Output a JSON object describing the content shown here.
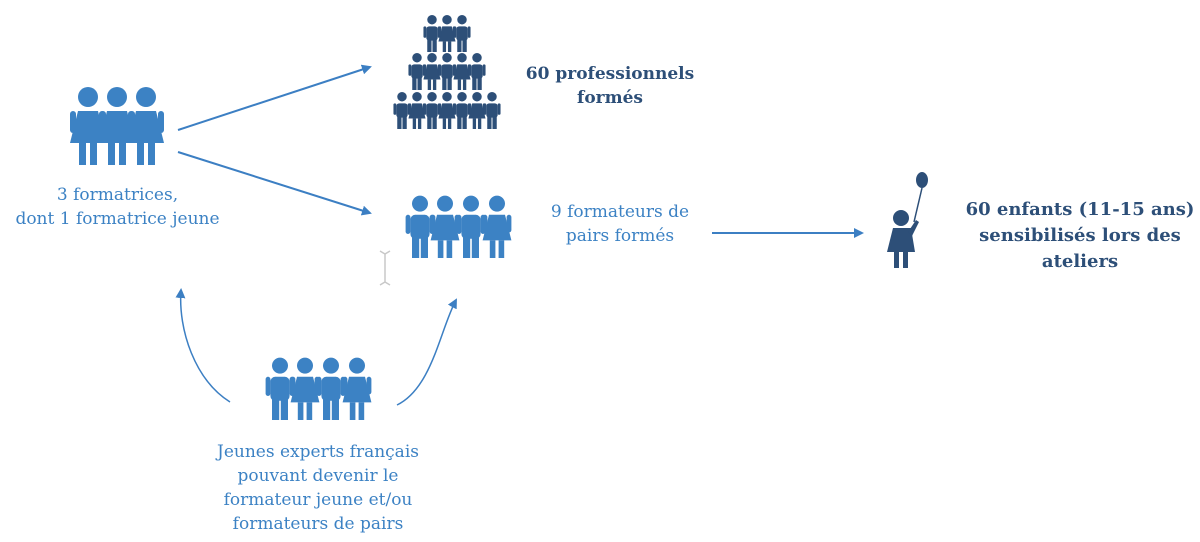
{
  "nodes": {
    "trainers": {
      "lines": [
        "3 formatrices,",
        "dont 1 formatrice jeune"
      ]
    },
    "professionals": {
      "lines": [
        "60 professionnels",
        "formés"
      ]
    },
    "peer_trainers": {
      "lines": [
        "9 formateurs de",
        "pairs formés"
      ]
    },
    "children": {
      "lines": [
        "60 enfants (11-15 ans)",
        "sensibilisés lors des",
        "ateliers"
      ]
    },
    "experts": {
      "lines": [
        "Jeunes experts français",
        "pouvant devenir le",
        "formateur jeune et/ou",
        "formateurs de pairs"
      ]
    }
  },
  "icons": {
    "trainers": "three-women-icon",
    "professionals": "crowd-pyramid-icon",
    "peer_trainers": "four-people-icon",
    "children": "child-with-balloon-icon",
    "experts": "four-people-icon"
  },
  "colors": {
    "light_blue": "#3c82c4",
    "dark_blue": "#2d4f78",
    "arrow": "#3c7fc3"
  }
}
